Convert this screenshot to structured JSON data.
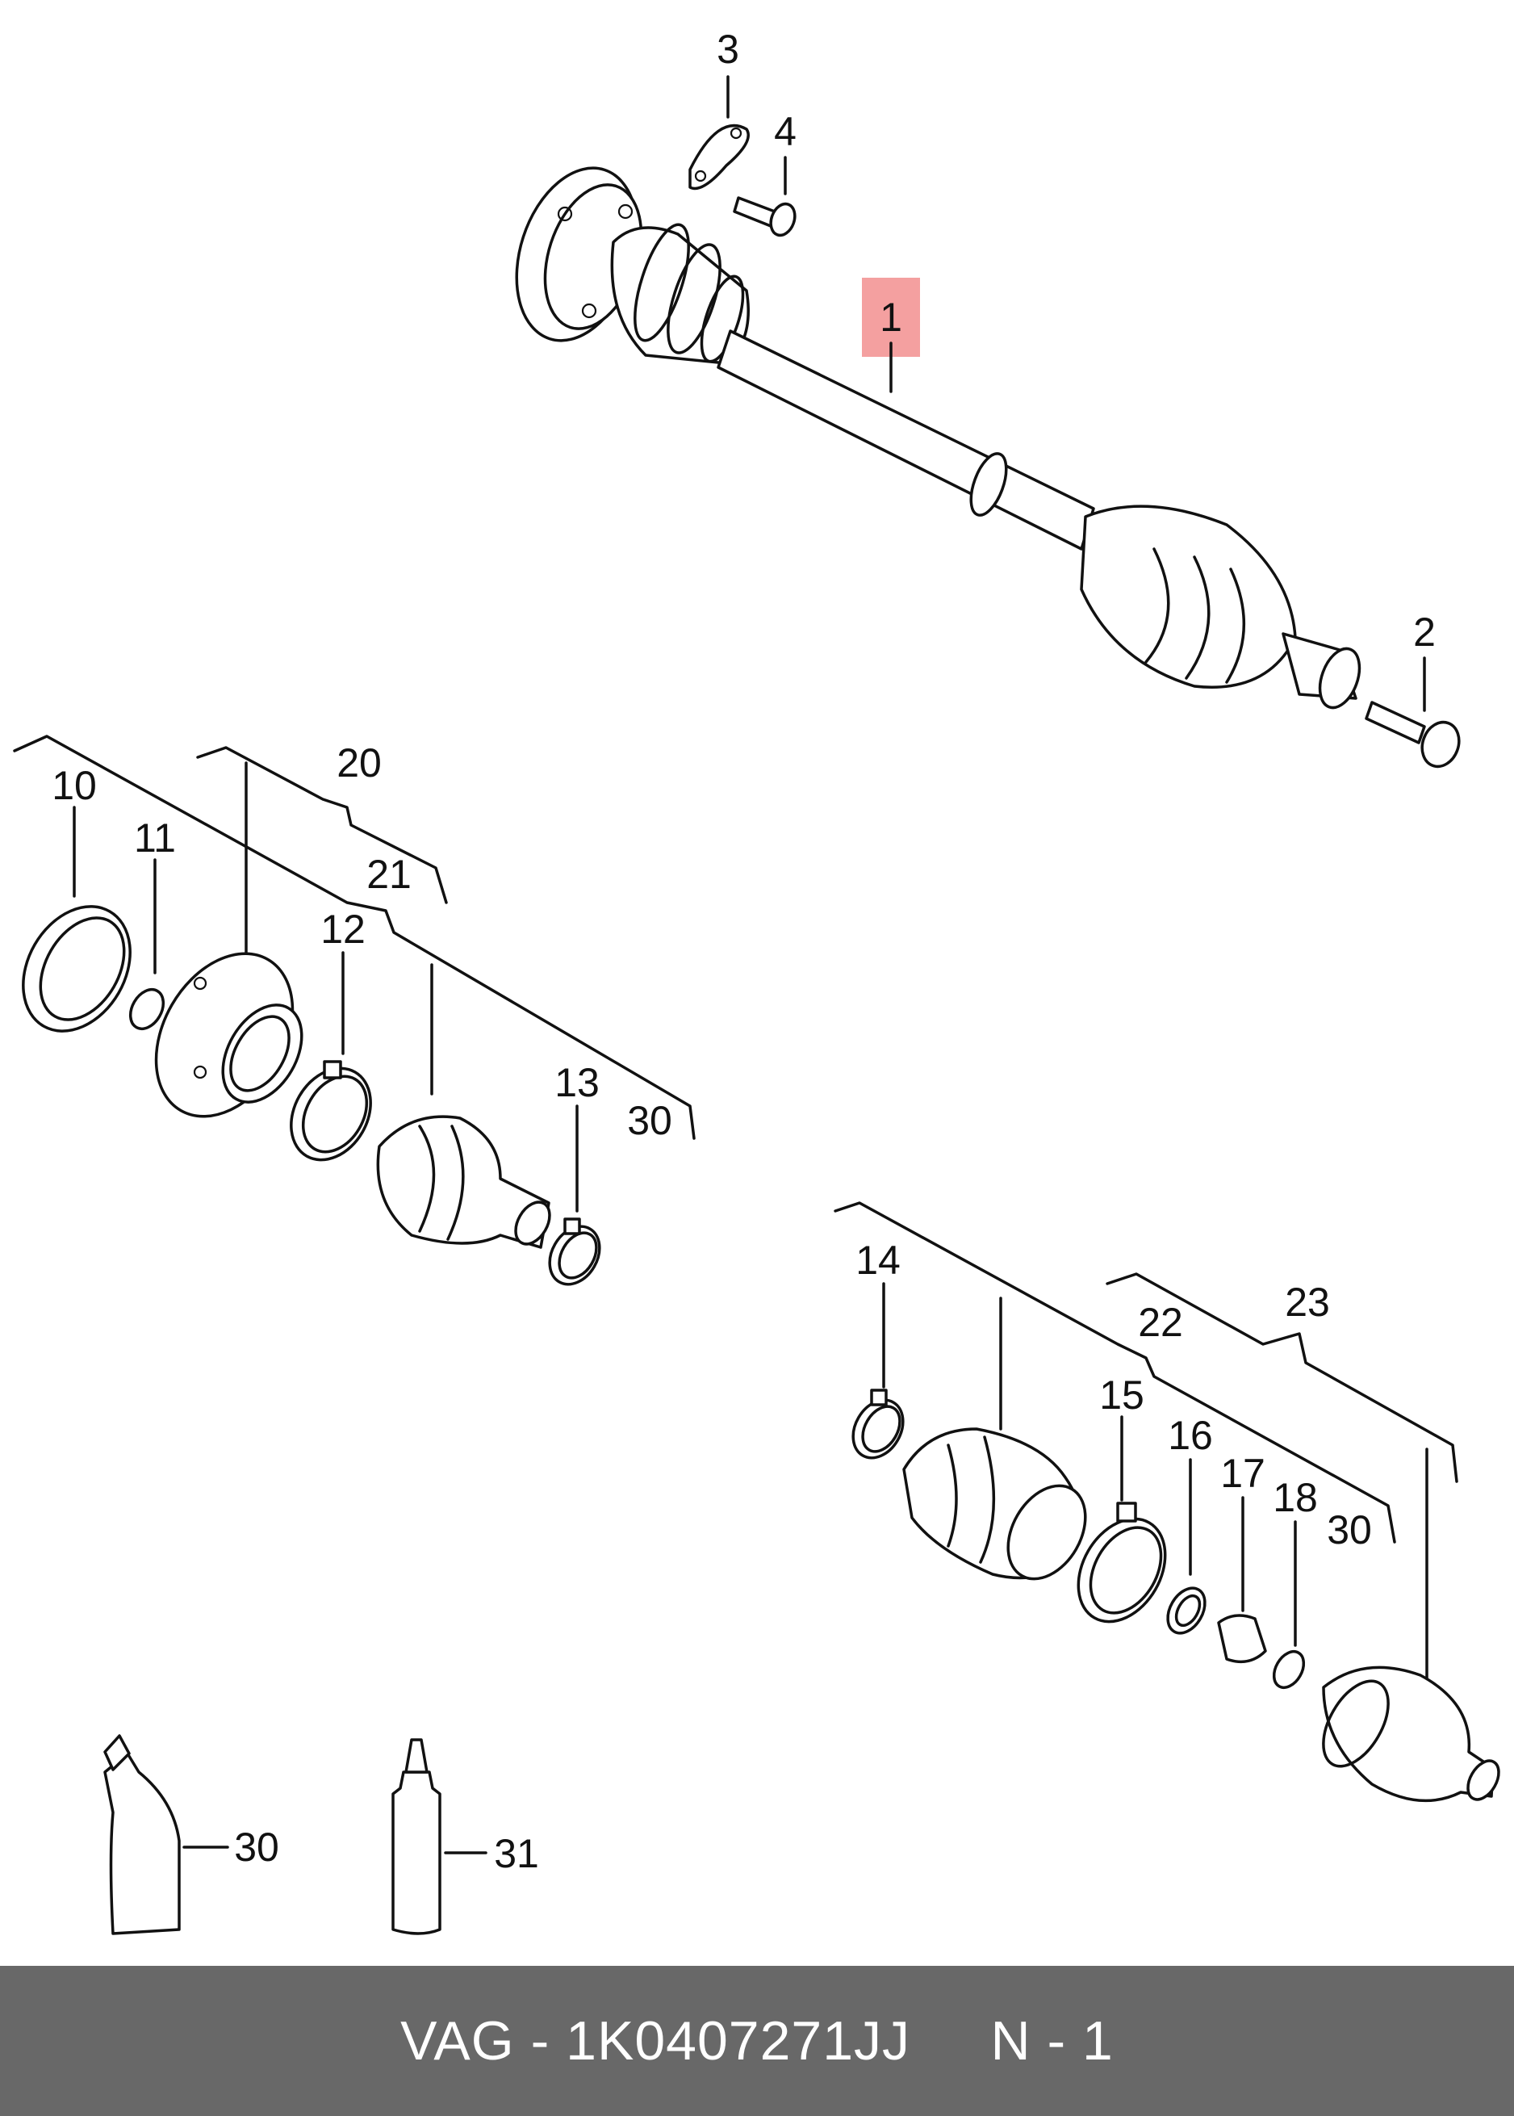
{
  "callouts": {
    "n1": "1",
    "n2": "2",
    "n3": "3",
    "n4": "4",
    "n10": "10",
    "n11": "11",
    "n12": "12",
    "n13": "13",
    "n14": "14",
    "n15": "15",
    "n16": "16",
    "n17": "17",
    "n18": "18",
    "n20": "20",
    "n21": "21",
    "n22": "22",
    "n23": "23",
    "n30a": "30",
    "n30b": "30",
    "n30c": "30",
    "n31": "31"
  },
  "highlight_color": "#f4a0a0",
  "footer": {
    "brand": "VAG",
    "separator": "-",
    "part_number": "1K0407271JJ",
    "position": "N - 1"
  }
}
